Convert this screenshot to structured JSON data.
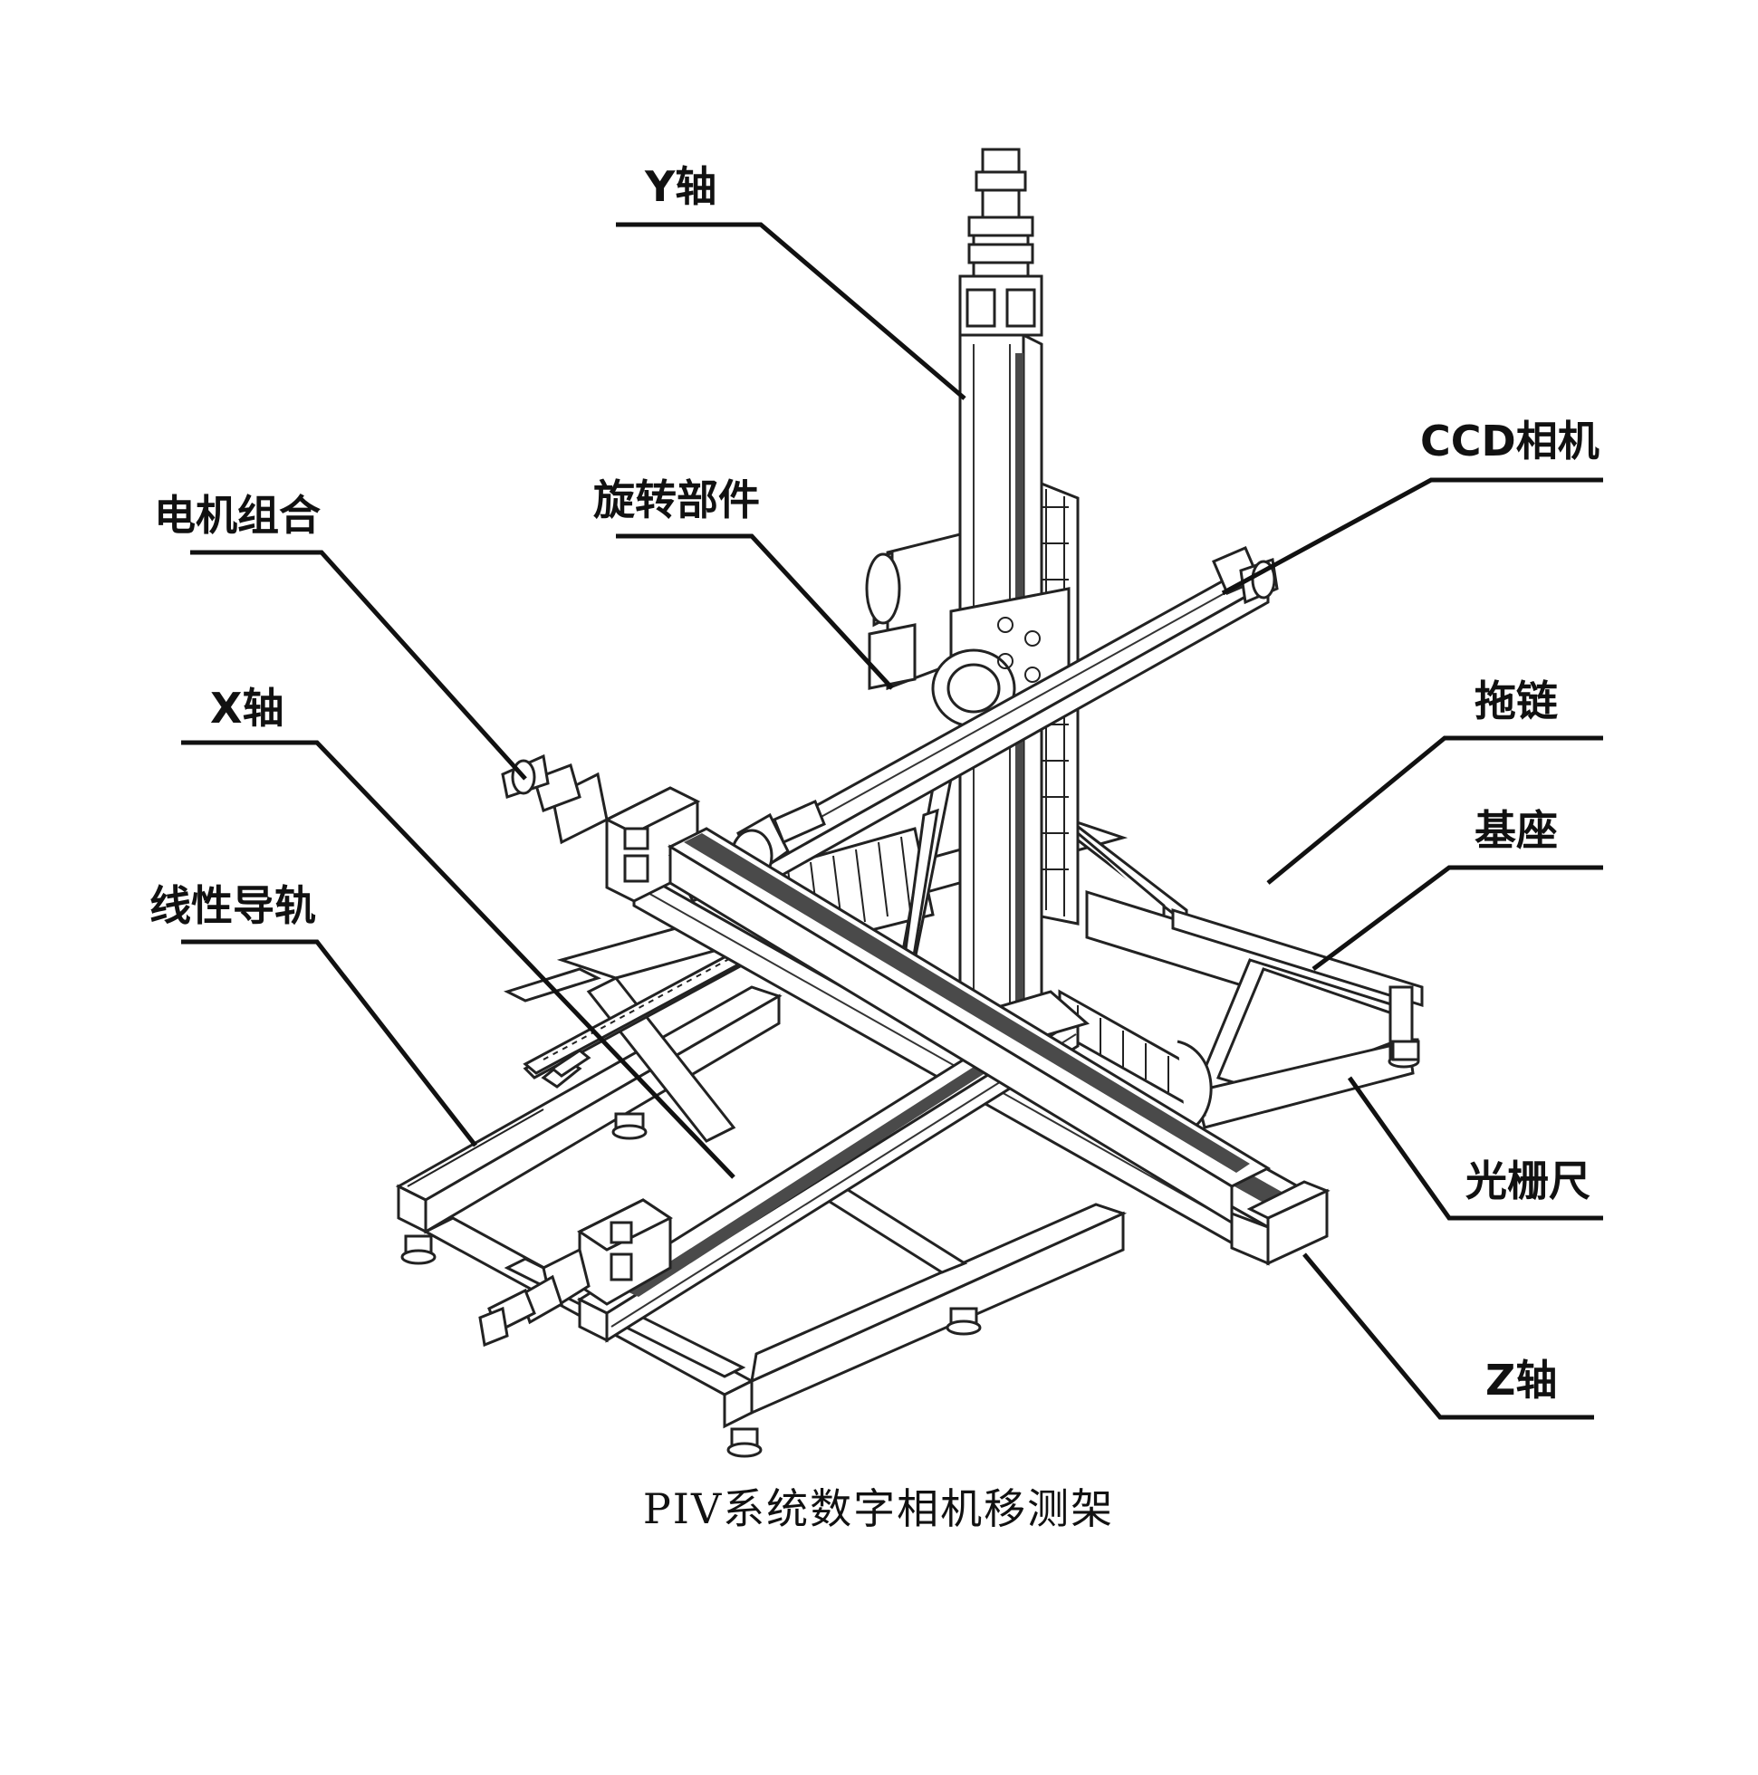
{
  "diagram": {
    "labels": {
      "y_axis": "Y轴",
      "rotation_part": "旋转部件",
      "ccd_camera": "CCD相机",
      "motor_assembly": "电机组合",
      "x_axis": "X轴",
      "drag_chain": "拖链",
      "base": "基座",
      "linear_guide": "线性导轨",
      "grating_scale": "光栅尺",
      "z_axis": "Z轴"
    },
    "caption": "PIV系统数字相机移测架"
  }
}
